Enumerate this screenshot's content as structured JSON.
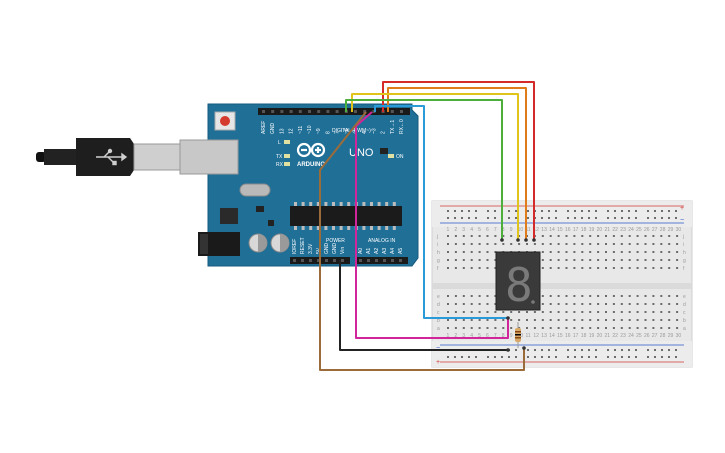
{
  "arduino": {
    "brand": "ARDUINO",
    "model": "UNO",
    "on_label": "ON",
    "digital_label": "DIGITAL (PWM~)",
    "power_label": "POWER",
    "analog_label": "ANALOG IN",
    "l_label": "L",
    "tx_label": "TX",
    "rx_label": "RX",
    "digital_pins": [
      "AREF",
      "GND",
      "13",
      "12",
      "~11",
      "~10",
      "~9",
      "8",
      "7",
      "~6",
      "~5",
      "4",
      "~3",
      "2",
      "TX→1",
      "RX←0"
    ],
    "power_pins": [
      "IOREF",
      "RESET",
      "3.3V",
      "5V",
      "GND",
      "GND",
      "Vin"
    ],
    "analog_pins": [
      "A0",
      "A1",
      "A2",
      "A3",
      "A4",
      "A5"
    ]
  },
  "breadboard": {
    "row_letters_top": [
      "j",
      "i",
      "h",
      "g",
      "f"
    ],
    "row_letters_bottom": [
      "e",
      "d",
      "c",
      "b",
      "a"
    ],
    "col_numbers": [
      "1",
      "2",
      "3",
      "4",
      "5",
      "6",
      "7",
      "8",
      "9",
      "10",
      "11",
      "12",
      "13",
      "14",
      "15",
      "16",
      "17",
      "18",
      "19",
      "20",
      "21",
      "22",
      "23",
      "24",
      "25",
      "26",
      "27",
      "28",
      "29",
      "30"
    ],
    "rail_plus": "+",
    "rail_minus": "−"
  },
  "display": {
    "digit": "8"
  },
  "colors": {
    "board": "#1f6f97",
    "wire_red": "#d42a2a",
    "wire_orange": "#e07b1a",
    "wire_yellow": "#e0c41a",
    "wire_green": "#4caf3c",
    "wire_blue": "#2b9ad8",
    "wire_magenta": "#d0259b",
    "wire_black": "#222222",
    "wire_brown": "#9c6b3a"
  }
}
